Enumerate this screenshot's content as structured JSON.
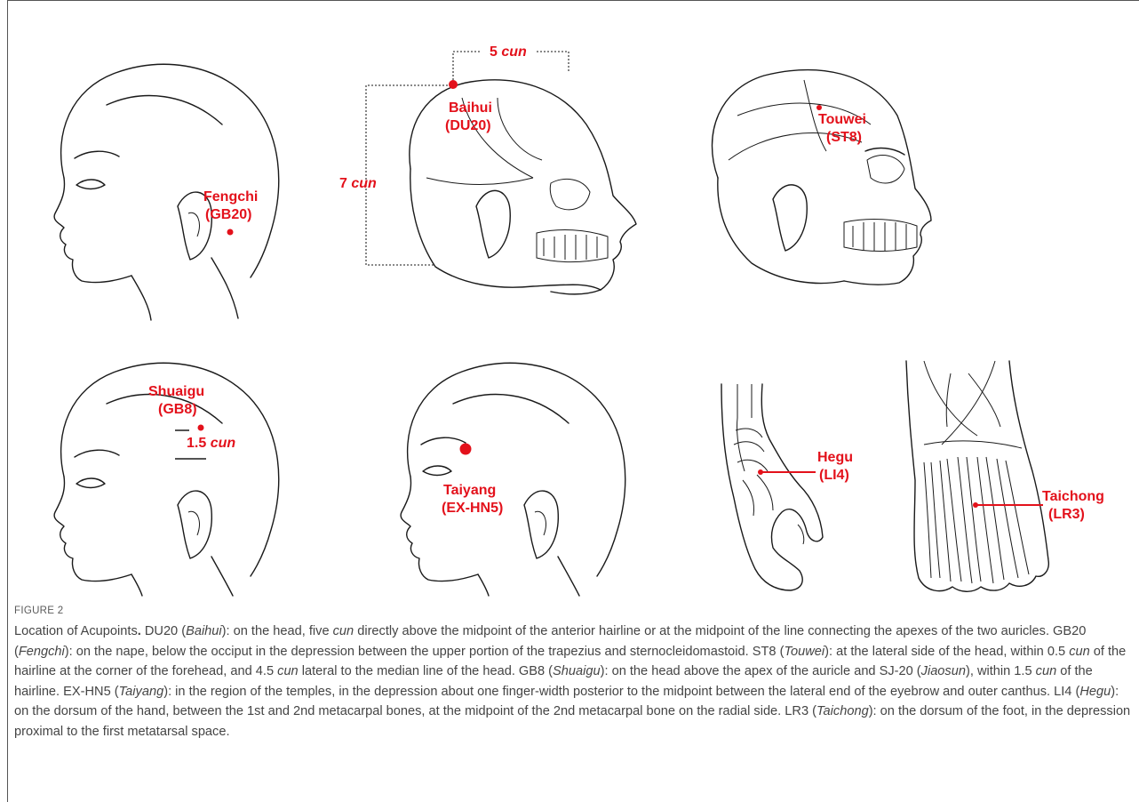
{
  "figure": {
    "labels": {
      "fengchi_name": "Fengchi",
      "fengchi_code": "(GB20)",
      "baihui_name": "Baihui",
      "baihui_code": "(DU20)",
      "five_cun_num": "5",
      "seven_cun_num": "7",
      "cun_unit": "cun",
      "touwei_name": "Touwei",
      "touwei_code": "(ST8)",
      "shuaigu_name": "Shuaigu",
      "shuaigu_code": "(GB8)",
      "one_half_cun_num": "1.5",
      "taiyang_name": "Taiyang",
      "taiyang_code": "(EX-HN5)",
      "hegu_name": "Hegu",
      "hegu_code": "(LI4)",
      "taichong_name": "Taichong",
      "taichong_code": "(LR3)"
    },
    "point_color": "#e3111b"
  },
  "caption": {
    "figure_label": "FIGURE 2",
    "parts": [
      {
        "t": "Location of Acupoints",
        "s": "n"
      },
      {
        "t": ".",
        "s": "b"
      },
      {
        "t": " DU20 (",
        "s": "n"
      },
      {
        "t": "Baihui",
        "s": "i"
      },
      {
        "t": "): on the head, five ",
        "s": "n"
      },
      {
        "t": "cun",
        "s": "i"
      },
      {
        "t": " directly above the midpoint of the anterior hairline or at the midpoint of the line connecting the apexes of the two auricles. GB20 (",
        "s": "n"
      },
      {
        "t": "Fengchi",
        "s": "i"
      },
      {
        "t": "): on the nape, below the occiput in the depression between the upper portion of the trapezius and sternocleidomastoid. ST8 (",
        "s": "n"
      },
      {
        "t": "Touwei",
        "s": "i"
      },
      {
        "t": "): at the lateral side of the head, within 0.5 ",
        "s": "n"
      },
      {
        "t": "cun",
        "s": "i"
      },
      {
        "t": " of the hairline at the corner of the forehead, and 4.5 ",
        "s": "n"
      },
      {
        "t": "cun",
        "s": "i"
      },
      {
        "t": " lateral to the median line of the head. GB8 (",
        "s": "n"
      },
      {
        "t": "Shuaigu",
        "s": "i"
      },
      {
        "t": "): on the head above the apex of the auricle and SJ-20 (",
        "s": "n"
      },
      {
        "t": "Jiaosun",
        "s": "i"
      },
      {
        "t": "), within 1.5 ",
        "s": "n"
      },
      {
        "t": "cun",
        "s": "i"
      },
      {
        "t": " of the hairline. EX-HN5 (",
        "s": "n"
      },
      {
        "t": "Taiyang",
        "s": "i"
      },
      {
        "t": "): in the region of the temples, in the depression about one finger-width posterior to the midpoint between the lateral end of the eyebrow and outer canthus. LI4 (",
        "s": "n"
      },
      {
        "t": "Hegu",
        "s": "i"
      },
      {
        "t": "): on the dorsum of the hand, between the 1st and 2nd metacarpal bones, at the midpoint of the 2nd metacarpal bone on the radial side. LR3 (",
        "s": "n"
      },
      {
        "t": "Taichong",
        "s": "i"
      },
      {
        "t": "): on the dorsum of the foot, in the depression proximal to the first metatarsal space.",
        "s": "n"
      }
    ]
  }
}
